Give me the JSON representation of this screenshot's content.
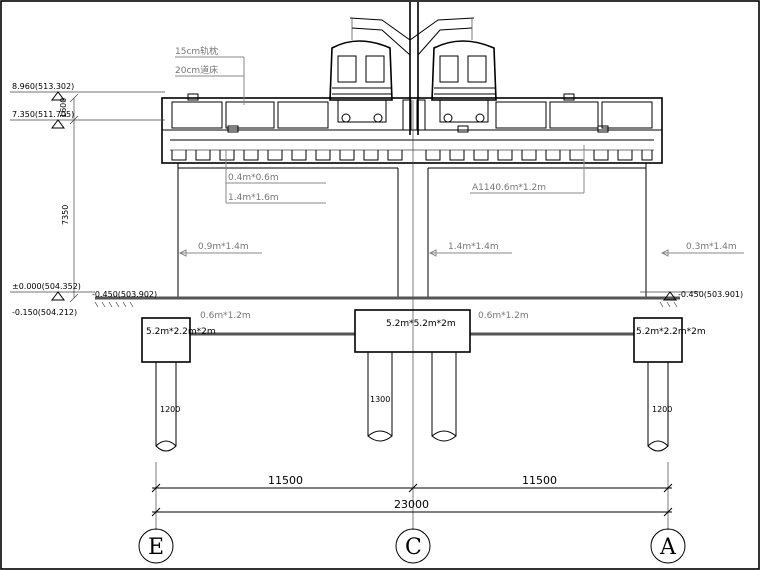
{
  "elevations": {
    "rail_top": "8.960(513.302)",
    "beam_top": "7.350(511.705)",
    "ground": "±0.000(504.352)",
    "cap_top_left": "-0.150(504.212)",
    "cap_mark_left": "-0.450(503.902)",
    "cap_mark_right": "-0.450(503.901)",
    "side_height": "1600",
    "pier_height": "7350"
  },
  "callouts": {
    "rail_15": "15cm轨枕",
    "rail_20": "20cm道床",
    "beam_04": "0.4m*0.6m",
    "beam_14": "1.4m*1.6m",
    "col_right_label": "A1140.6m*1.2m",
    "col_left": "0.9m*1.4m",
    "col_center": "1.4m*1.4m",
    "col_right": "0.3m*1.4m",
    "tie_left": "0.6m*1.2m",
    "tie_right": "0.6m*1.2m"
  },
  "caps": {
    "left": "5.2m*2.2m*2m",
    "center": "5.2m*5.2m*2m",
    "right": "5.2m*2.2m*2m"
  },
  "piles": {
    "left": "1200",
    "center": "1300",
    "right": "1200"
  },
  "dimensions": {
    "left_span": "11500",
    "right_span": "11500",
    "total": "23000"
  },
  "axes": {
    "left": "E",
    "center": "C",
    "right": "A"
  }
}
